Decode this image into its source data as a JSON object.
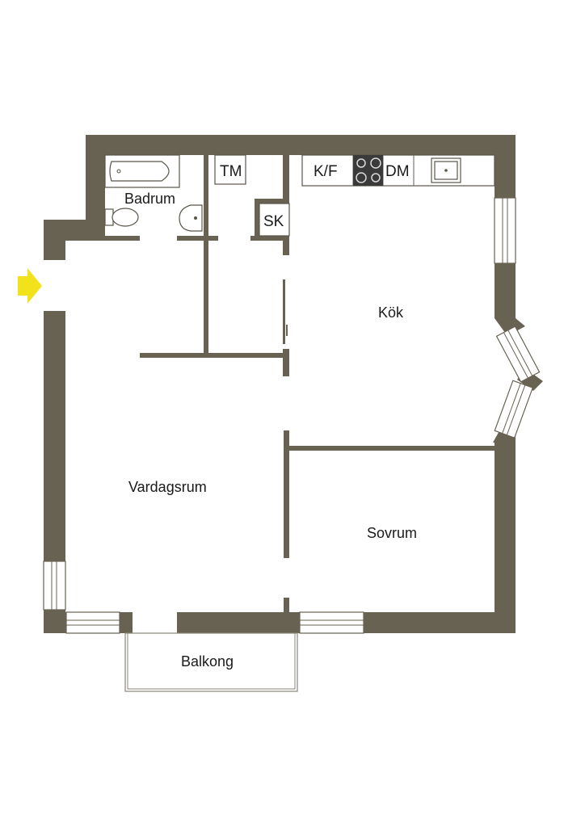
{
  "rooms": {
    "badrum": "Badrum",
    "kok": "Kök",
    "vardagsrum": "Vardagsrum",
    "sovrum": "Sovrum",
    "balkong": "Balkong"
  },
  "fixtures": {
    "tm": "TM",
    "sk": "SK",
    "kf": "K/F",
    "dm": "DM"
  },
  "icons": {
    "entrance": "entrance-arrow-icon",
    "stove": "stove-icon",
    "sink": "kitchen-sink-icon",
    "bathtub": "bathtub-icon",
    "toilet": "toilet-icon",
    "washbasin": "washbasin-icon"
  },
  "colors": {
    "wall": "#686252",
    "entrance_arrow": "#f2e21b",
    "stove": "#3a3a3a"
  }
}
